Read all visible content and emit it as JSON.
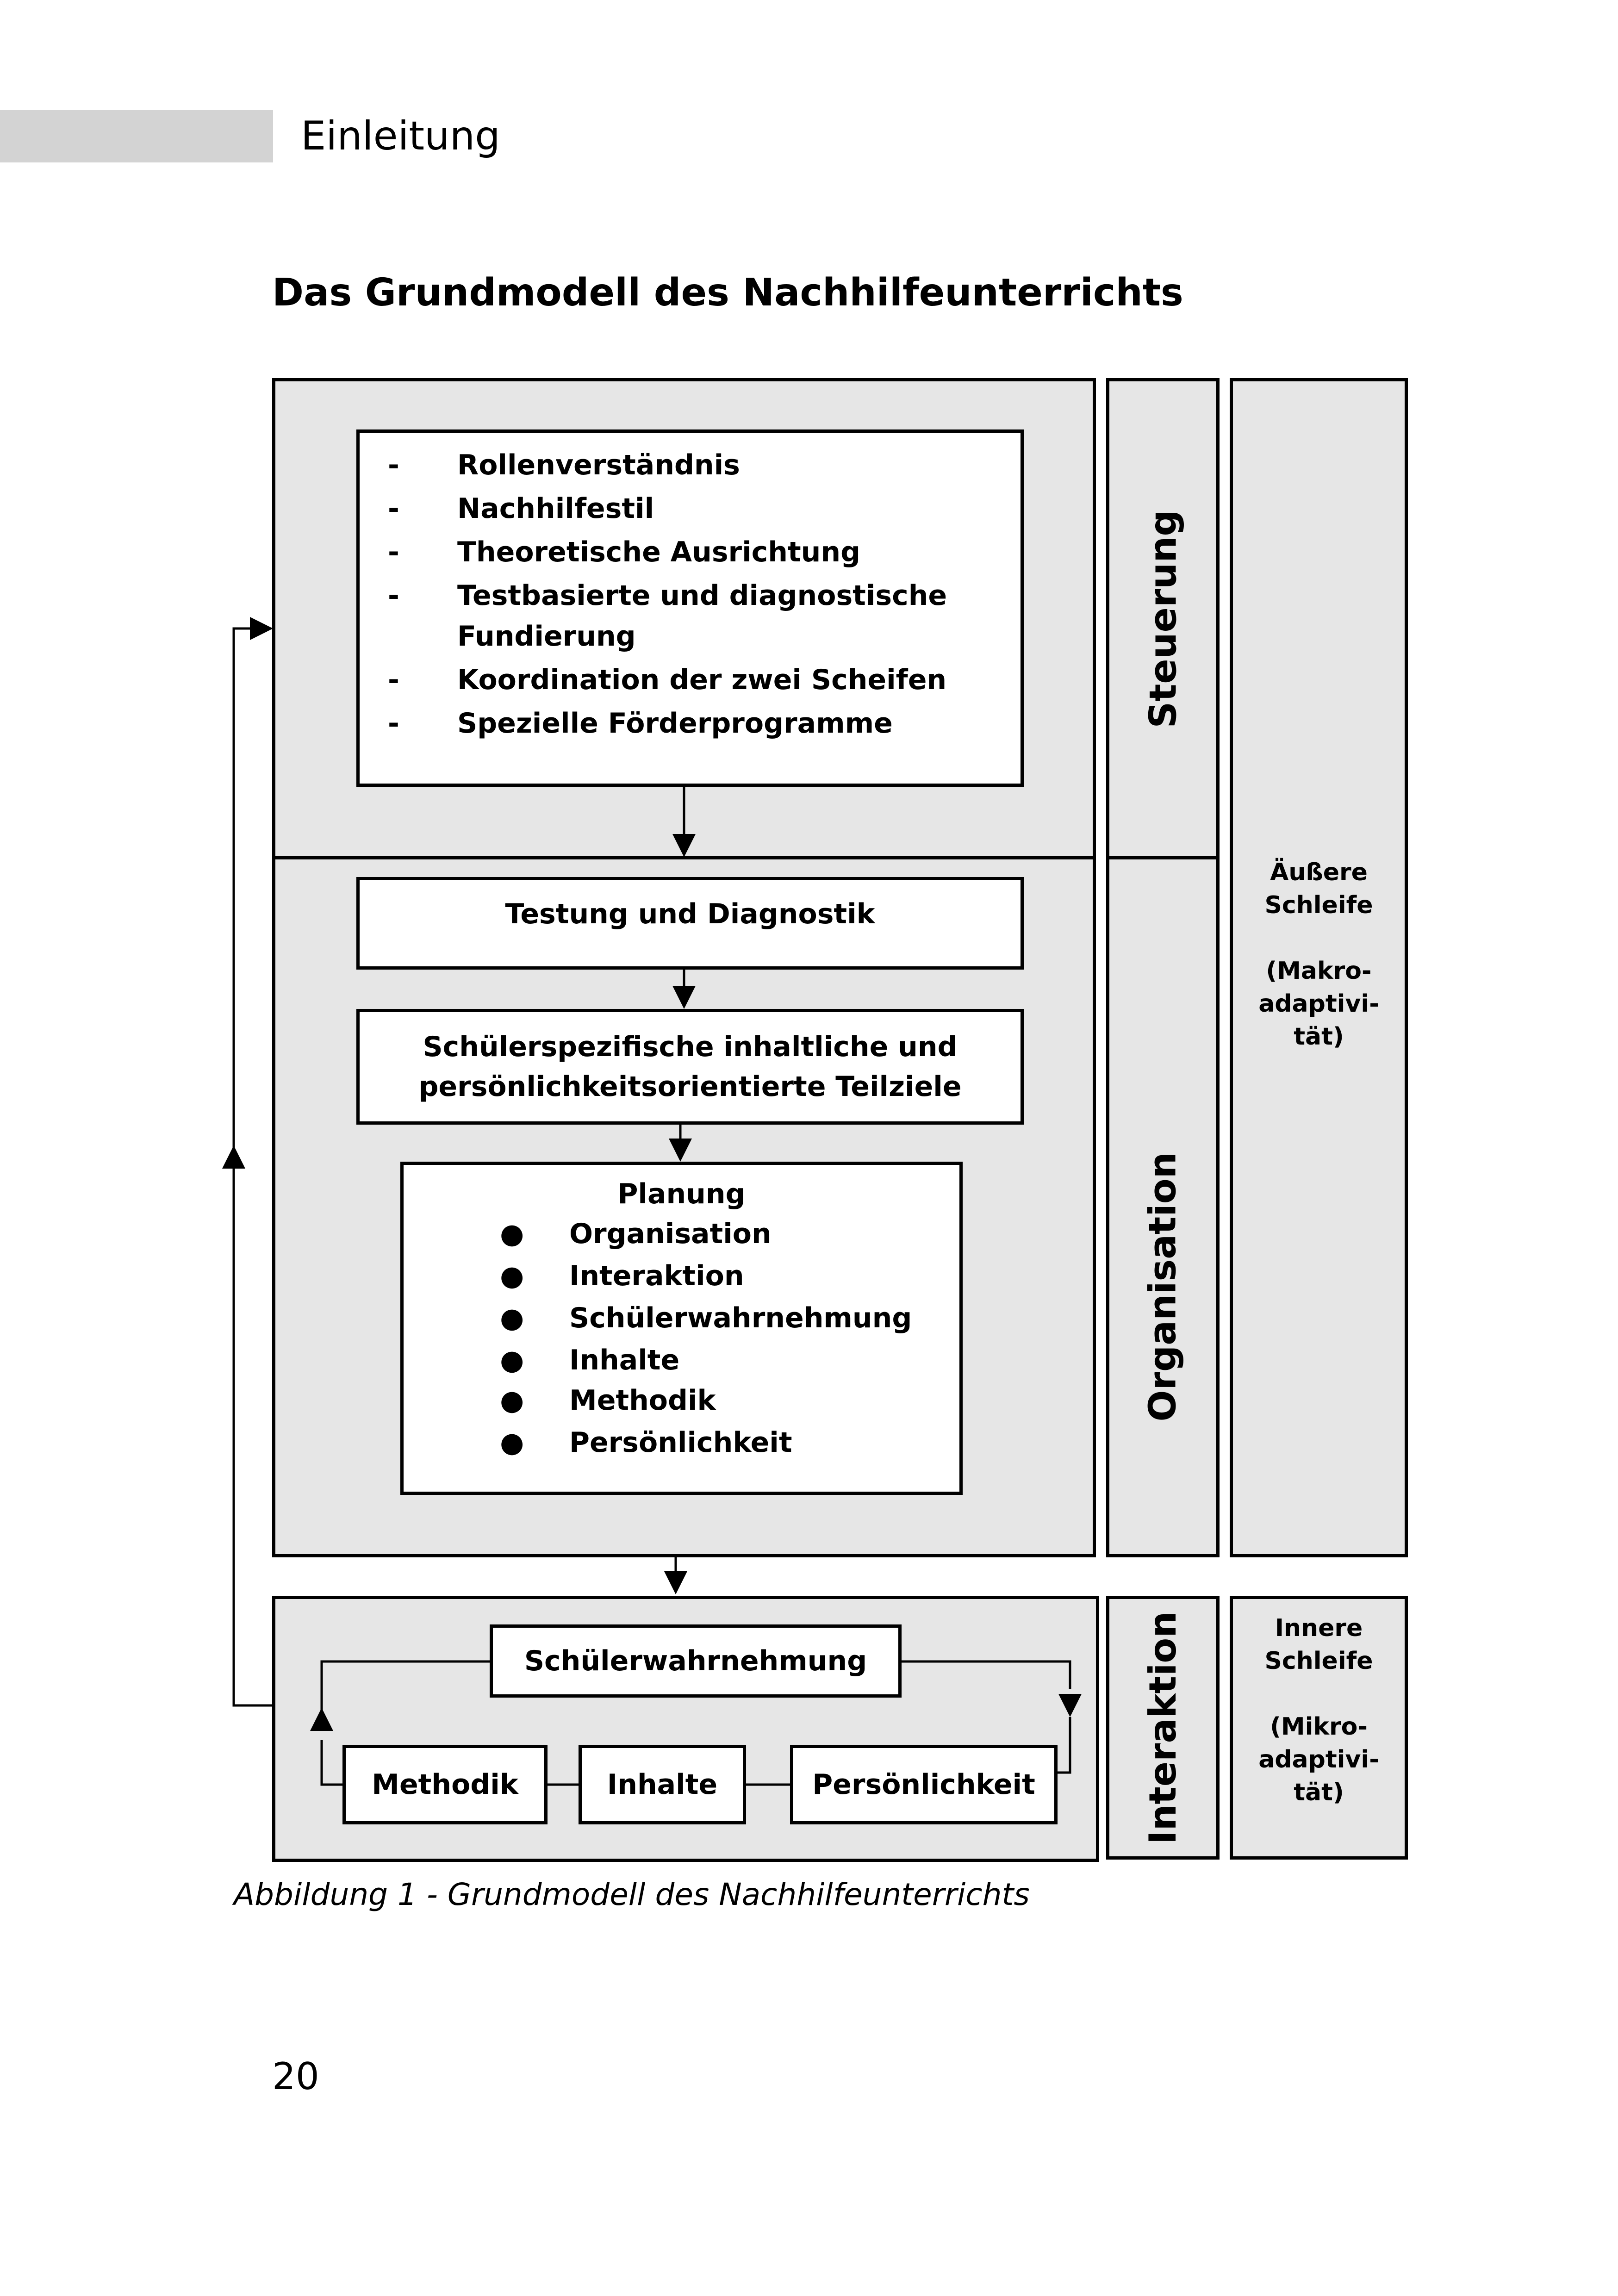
{
  "header": {
    "title": "Einleitung"
  },
  "figure": {
    "title": "Das Grundmodell des Nachhilfeunterrichts",
    "steuerung": {
      "label": "Steuerung",
      "items": [
        {
          "marker": "-",
          "text": "Rollenverständnis"
        },
        {
          "marker": "-",
          "text": "Nachhilfestil"
        },
        {
          "marker": "-",
          "text": "Theoretische Ausrichtung"
        },
        {
          "marker": "-",
          "text": "Testbasierte und diagnostische"
        },
        {
          "marker": "",
          "text": "Fundierung"
        },
        {
          "marker": "-",
          "text": "Koordination der zwei Scheifen"
        },
        {
          "marker": "-",
          "text": "Spezielle Förderprogramme"
        }
      ]
    },
    "organisation": {
      "label": "Organisation",
      "testing": "Testung  und Diagnostik",
      "goals_line1": "Schülerspezifische inhaltliche und",
      "goals_line2": "persönlichkeitsorientierte Teilziele",
      "planning": {
        "title": "Planung",
        "items": [
          "Organisation",
          "Interaktion",
          "Schülerwahrnehmung",
          "Inhalte",
          "Methodik",
          "Persönlichkeit"
        ]
      }
    },
    "interaktion": {
      "label": "Interaktion",
      "perception": "Schülerwahrnehmung",
      "method": "Methodik",
      "content": "Inhalte",
      "personality": "Persönlichkeit"
    },
    "outer_loop": {
      "line1": "Äußere",
      "line2": "Schleife",
      "line3": "(Makro-",
      "line4": "adaptivi-",
      "line5": "tät)"
    },
    "inner_loop": {
      "line1": "Innere",
      "line2": "Schleife",
      "line3": "(Mikro-",
      "line4": "adaptivi-",
      "line5": "tät)"
    }
  },
  "caption": "Abbildung 1 - Grundmodell des Nachhilfeunterrichts",
  "page_number": "20"
}
